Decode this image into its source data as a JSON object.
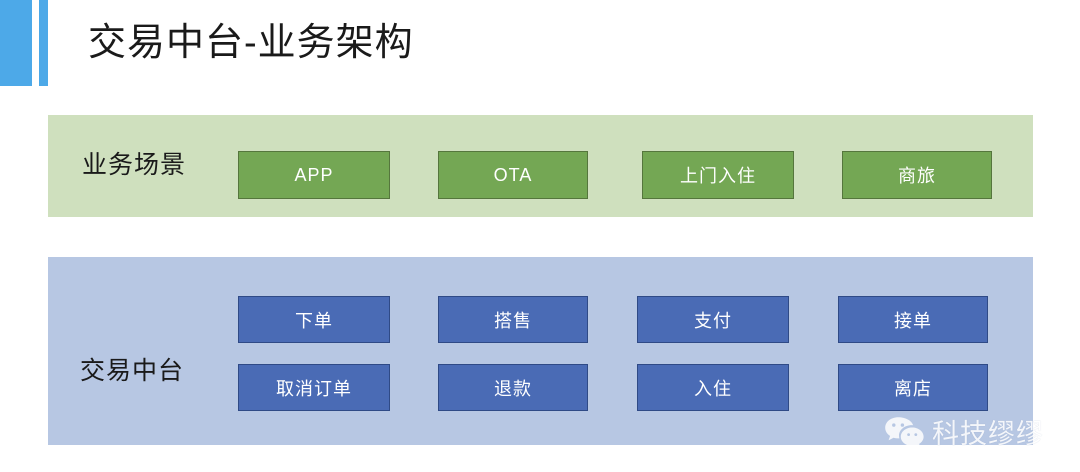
{
  "header": {
    "title": "交易中台-业务架构",
    "accent_color": "#4DA9E8"
  },
  "panels": [
    {
      "id": "scenario",
      "label": "业务场景",
      "background": "#CFE0BE",
      "box_fill": "#74A754",
      "box_border": "#55763D",
      "rows": [
        {
          "boxes": [
            "APP",
            "OTA",
            "上门入住",
            "商旅"
          ]
        }
      ]
    },
    {
      "id": "trade",
      "label": "交易中台",
      "background": "#B7C7E3",
      "box_fill": "#4A6BB5",
      "box_border": "#2F4A86",
      "rows": [
        {
          "boxes": [
            "下单",
            "搭售",
            "支付",
            "接单"
          ]
        },
        {
          "boxes": [
            "取消订单",
            "退款",
            "入住",
            "离店"
          ]
        }
      ]
    }
  ],
  "watermark": {
    "text": "科技缪缪",
    "icon": "wechat-icon"
  }
}
